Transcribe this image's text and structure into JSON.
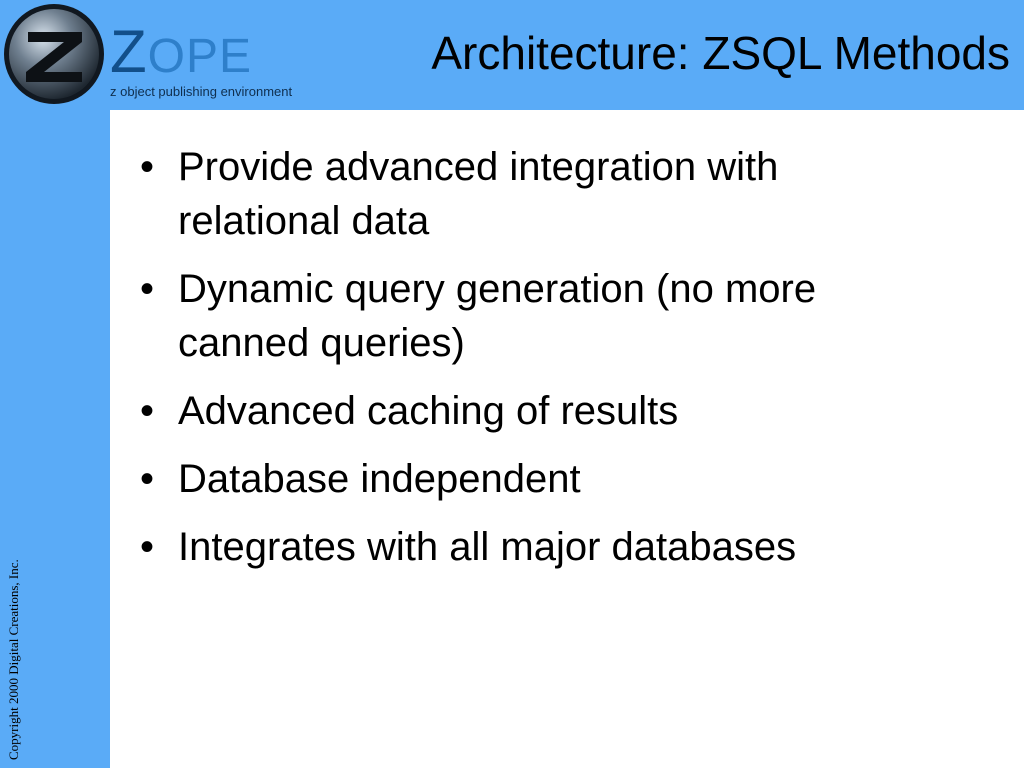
{
  "header": {
    "title": "Architecture: ZSQL Methods",
    "band_color": "#5aabf7"
  },
  "logo": {
    "mark_icon": "zope-z-logo-icon",
    "word_first": "Z",
    "word_rest": "OPE",
    "tagline": "z object publishing environment"
  },
  "bullets": [
    {
      "text": "Provide advanced integration with relational data"
    },
    {
      "text": "Dynamic query generation (no more canned queries)"
    },
    {
      "text": "Advanced caching of results"
    },
    {
      "text": "Database independent"
    },
    {
      "text": "Integrates with all major databases"
    }
  ],
  "bullet_glyph": "•",
  "footer": {
    "copyright": "Copyright 2000 Digital Creations, Inc."
  }
}
